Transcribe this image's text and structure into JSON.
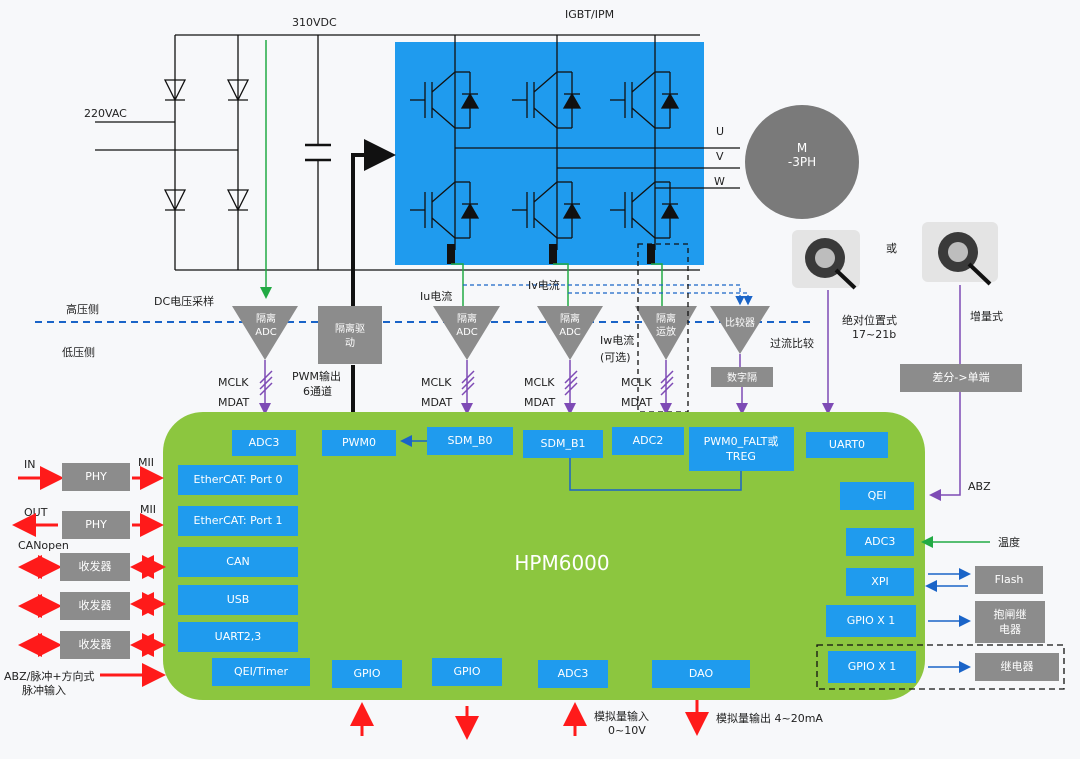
{
  "power": {
    "dc_bus": "310VDC",
    "ac_in": "220VAC",
    "igbt": "IGBT/IPM",
    "phase_u": "U",
    "phase_v": "V",
    "phase_w": "W",
    "motor_line1": "M",
    "motor_line2": "-3PH",
    "dc_sample": "DC电压采样",
    "iu_current": "Iu电流",
    "iv_current": "Iv电流",
    "iw_current": "Iw电流",
    "iw_optional": "(可选)",
    "high_side": "高压侧",
    "low_side": "低压侧"
  },
  "isolation": {
    "adc1_l1": "隔离",
    "adc1_l2": "ADC",
    "drive_l1": "隔离驱",
    "drive_l2": "动",
    "adc2_l1": "隔离",
    "adc2_l2": "ADC",
    "adc3_l1": "隔离",
    "adc3_l2": "ADC",
    "opamp_l1": "隔离",
    "opamp_l2": "运放",
    "comparator": "比较器",
    "digital_iso": "数字隔",
    "overcurrent": "过流比较",
    "mclk": "MCLK",
    "mdat": "MDAT",
    "pwm_out_l1": "PWM输出",
    "pwm_out_l2": "6通道"
  },
  "encoder": {
    "or": "或",
    "absolute_l1": "绝对位置式",
    "absolute_l2": "17~21b",
    "incremental": "增量式",
    "diff": "差分->单端",
    "abz": "ABZ"
  },
  "mcu": {
    "name": "HPM6000",
    "adc3_top": "ADC3",
    "pwm0": "PWM0",
    "sdm_b0": "SDM_B0",
    "sdm_b1": "SDM_B1",
    "adc2": "ADC2",
    "fault_l1": "PWM0_FALT或",
    "fault_l2": "TREG",
    "uart0": "UART0",
    "ecat0": "EtherCAT: Port 0",
    "ecat1": "EtherCAT: Port 1",
    "can": "CAN",
    "usb": "USB",
    "uart23": "UART2,3",
    "qei_timer": "QEI/Timer",
    "gpio_a": "GPIO",
    "gpio_b": "GPIO",
    "adc3_bottom": "ADC3",
    "dao": "DAO",
    "qei": "QEI",
    "adc3_right": "ADC3",
    "xpi": "XPI",
    "gpio_x1_a": "GPIO X 1",
    "gpio_x1_b": "GPIO X 1"
  },
  "external": {
    "in": "IN",
    "out": "OUT",
    "mii1": "MII",
    "mii2": "MII",
    "phy1": "PHY",
    "phy2": "PHY",
    "canopen": "CANopen",
    "xcvr1": "收发器",
    "xcvr2": "收发器",
    "xcvr3": "收发器",
    "abz_pulse_l1": "ABZ/脉冲+方向式",
    "abz_pulse_l2": "脉冲输入",
    "temp": "温度",
    "flash": "Flash",
    "brake_l1": "抱闸继",
    "brake_l2": "电器",
    "relay": "继电器",
    "analog_in_l1": "模拟量输入",
    "analog_in_l2": "0~10V",
    "analog_out": "模拟量输出 4~20mA"
  },
  "colors": {
    "mcu_green": "#8cc63f",
    "block_blue": "#1f9bee",
    "gray_box": "#8c8c8c",
    "arrow_red": "#ff1a1a",
    "line_green": "#22aa44",
    "line_purple": "#7e4bb5",
    "divider_blue": "#1a64c8"
  }
}
